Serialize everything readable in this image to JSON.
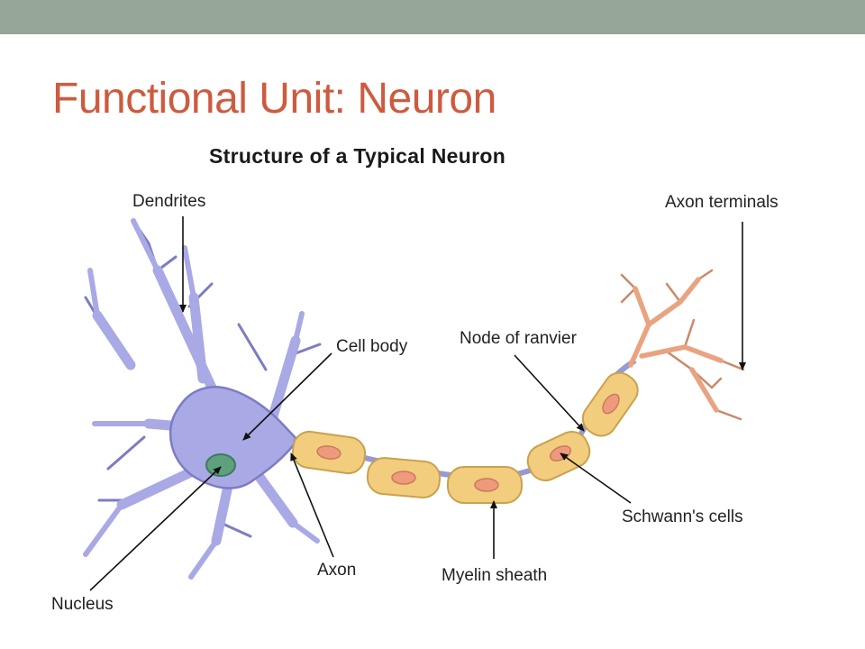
{
  "slide": {
    "title": "Functional Unit:  Neuron"
  },
  "diagram": {
    "title": "Structure of a Typical Neuron",
    "labels": {
      "dendrites": "Dendrites",
      "axon_terminals": "Axon terminals",
      "cell_body": "Cell body",
      "node_of_ranvier": "Node of ranvier",
      "schwann_cells": "Schwann's cells",
      "axon": "Axon",
      "myelin_sheath": "Myelin sheath",
      "nucleus": "Nucleus"
    },
    "colors": {
      "cell_body": "#a9a9e6",
      "cell_outline": "#7c7cc4",
      "nucleus": "#5fa07e",
      "myelin": "#f2cd7e",
      "myelin_outline": "#c9a24e",
      "schwann_nucleus": "#ef9a7d",
      "axon_terminals": "#e9a380",
      "title_color": "#cd5b3f",
      "top_bar": "#95a596"
    }
  }
}
